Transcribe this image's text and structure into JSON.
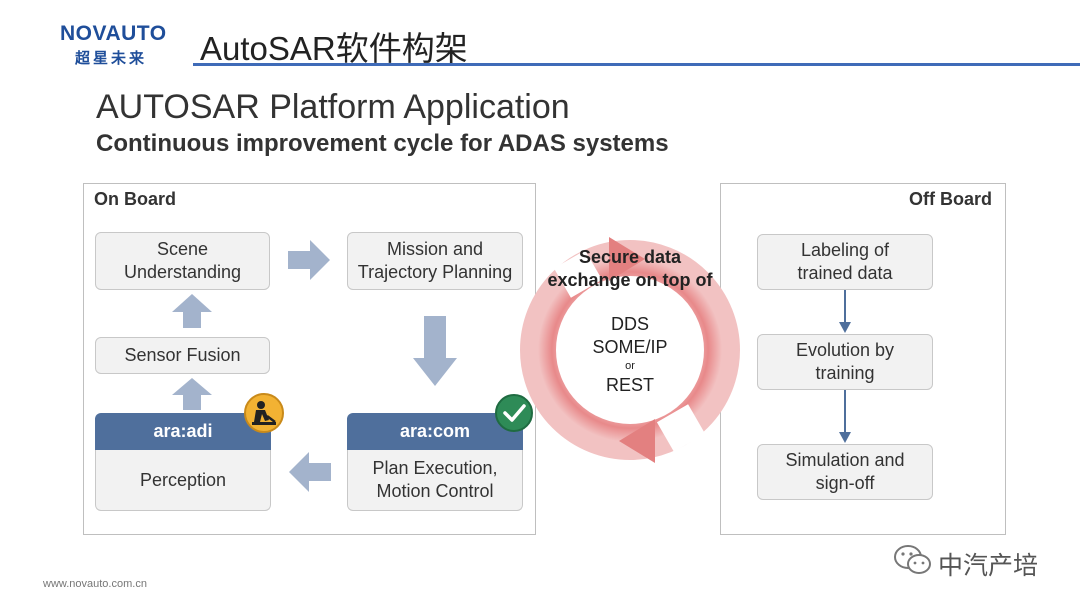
{
  "header": {
    "logo_en": "NOVAUTO",
    "logo_zh": "超星未来",
    "slide_title": "AutoSAR软件构架"
  },
  "heading": {
    "title": "AUTOSAR Platform Application",
    "subtitle": "Continuous improvement cycle for ADAS systems"
  },
  "onboard": {
    "title": "On Board",
    "scene": "Scene Understanding",
    "mission": "Mission and Trajectory Planning",
    "sensor_fusion": "Sensor Fusion",
    "ara_adi": "ara:adi",
    "perception": "Perception",
    "ara_com": "ara:com",
    "plan_exec": "Plan Execution, Motion Control"
  },
  "exchange": {
    "title": "Secure data exchange on top of",
    "p1": "DDS",
    "p2": "SOME/IP",
    "or": "or",
    "p3": "REST"
  },
  "offboard": {
    "title": "Off Board",
    "labeling": "Labeling of trained data",
    "evolution": "Evolution by training",
    "simulation": "Simulation and sign-off"
  },
  "footer": {
    "url": "www.novauto.com.cn",
    "wechat": "中汽产培"
  },
  "colors": {
    "brand_blue": "#1f4e9a",
    "box_header": "#4f6f9c",
    "cycle_red": "#e06a6a",
    "check_green": "#2e8b57",
    "warning_yellow": "#f2b233"
  }
}
